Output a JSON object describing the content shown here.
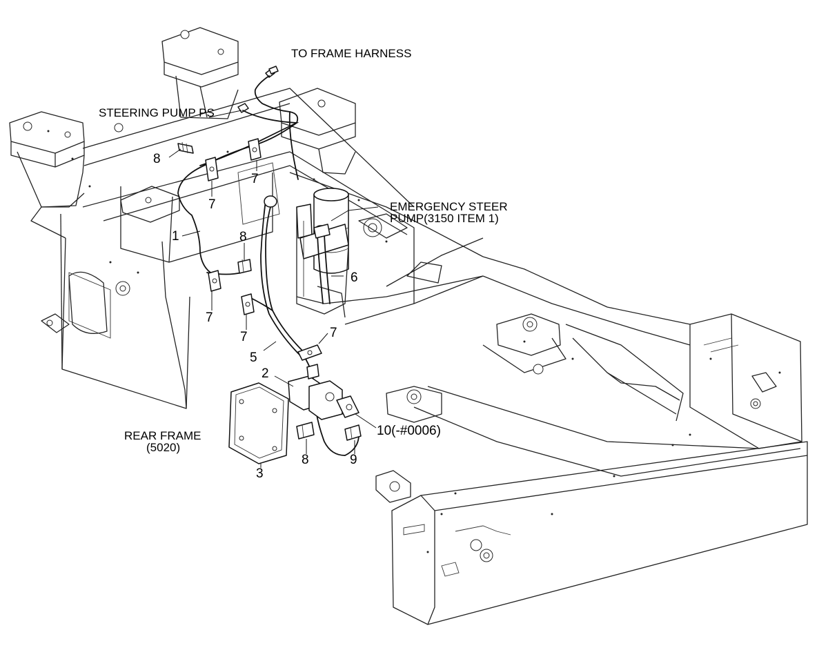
{
  "labels": {
    "to_frame_harness": "TO FRAME HARNESS",
    "steering_pump_ps": "STEERING PUMP PS",
    "emergency_steer_line1": "EMERGENCY STEER",
    "emergency_steer_line2": "PUMP(3150 ITEM 1)",
    "rear_frame_line1": "REAR FRAME",
    "rear_frame_line2": "(5020)"
  },
  "callouts": {
    "c1": "1",
    "c2": "2",
    "c3": "3",
    "c5": "5",
    "c6": "6",
    "c7a": "7",
    "c7b": "7",
    "c7c": "7",
    "c7d": "7",
    "c7e": "7",
    "c8a": "8",
    "c8b": "8",
    "c8c": "8",
    "c9": "9",
    "c10": "10(-#0006)"
  }
}
